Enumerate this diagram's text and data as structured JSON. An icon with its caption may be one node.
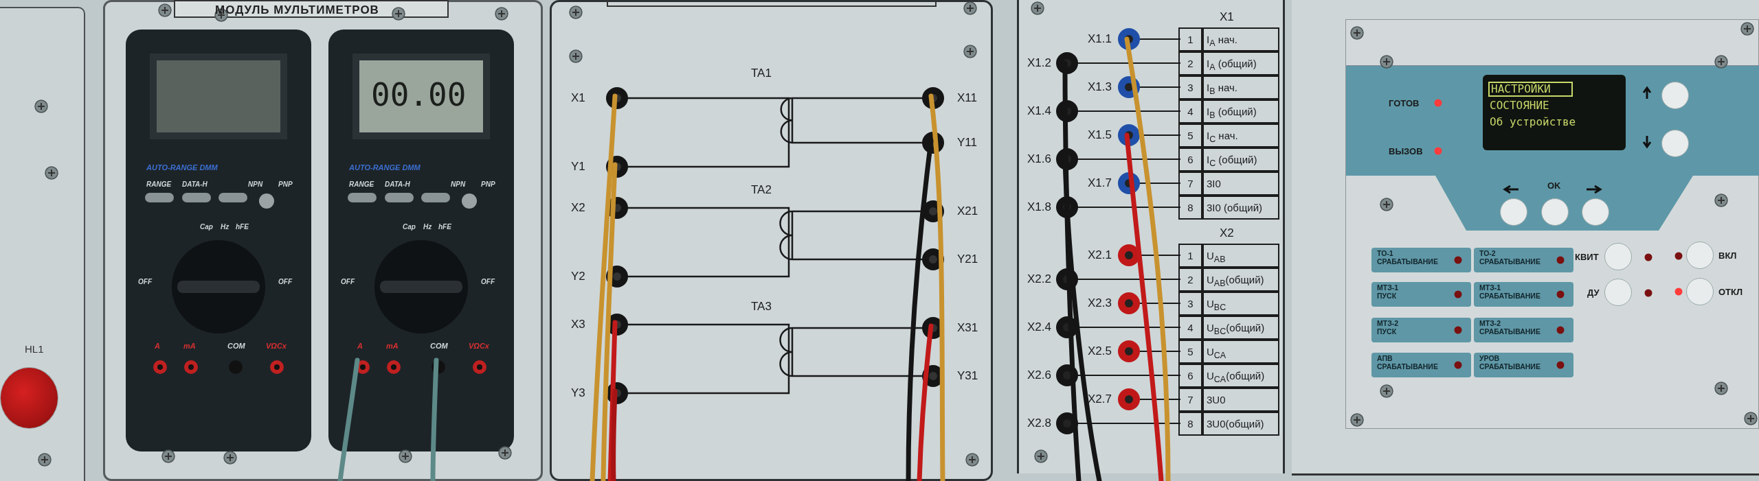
{
  "diagram": {
    "nodes": [
      {
        "text": [
          "МОДУЛЬ МУЛЬТИМЕТРОВ"
        ]
      },
      {
        "text": [
          "AUTO-RANGE DMM",
          "RANGE",
          "DATA-H",
          "NPN",
          "PNP",
          "Cap",
          "Hz",
          "hFE",
          "OFF",
          "OFF",
          "A",
          "mA",
          "COM",
          "VΩCx"
        ],
        "in": 0
      },
      {
        "text": [
          "00.00",
          "AUTO-RANGE DMM",
          "RANGE",
          "DATA-H",
          "NPN",
          "PNP",
          "Cap",
          "Hz",
          "hFE",
          "OFF",
          "OFF",
          "A",
          "mA",
          "COM",
          "VΩCx"
        ],
        "in": 0
      },
      {
        "text": [],
        "shape": "circle",
        "beside": [
          "HL1"
        ]
      },
      {
        "text": [
          "TA1",
          "X1",
          "X11",
          "Y1",
          "Y11",
          "TA2",
          "X2",
          "X21",
          "Y2",
          "Y21",
          "TA3",
          "X3",
          "X31",
          "Y3",
          "Y31"
        ]
      },
      {
        "text": [
          "X1.1",
          "X1.2",
          "X1.3",
          "X1.4",
          "X1.5",
          "X1.6",
          "X1.7",
          "X1.8",
          "X2.1",
          "X2.2",
          "X2.3",
          "X2.4",
          "X2.5",
          "X2.6",
          "X2.7",
          "X2.8"
        ]
      },
      {
        "text": [],
        "shape": "box"
      },
      {
        "text": [
          "ГОТОВ",
          "ВЫЗОВ"
        ],
        "in": 6
      },
      {
        "text": [
          "НАСТРОЙКИ",
          "СОСТОЯНИЕ",
          "Об устройстве"
        ],
        "in": 7
      },
      {
        "text": [],
        "shape": "circle",
        "in": 7
      },
      {
        "text": [],
        "shape": "circle",
        "in": 7
      },
      {
        "text": [],
        "shape": "circle",
        "in": 7
      },
      {
        "text": [],
        "shape": "circle",
        "in": 7,
        "beside": [
          "OK"
        ]
      },
      {
        "text": [],
        "shape": "circle",
        "in": 7
      },
      {
        "text": [
          "ТО-1 СРАБАТЫВАНИЕ"
        ],
        "in": 6
      },
      {
        "text": [
          "ТО-2 СРАБАТЫВАНИЕ"
        ],
        "in": 6
      },
      {
        "text": [
          "МТЗ-1 ПУСК"
        ],
        "in": 6
      },
      {
        "text": [
          "МТЗ-1 СРАБАТЫВАНИЕ"
        ],
        "in": 6
      },
      {
        "text": [
          "МТЗ-2 ПУСК"
        ],
        "in": 6
      },
      {
        "text": [
          "МТЗ-2 СРАБАТЫВАНИЕ"
        ],
        "in": 6
      },
      {
        "text": [
          "АПВ СРАБАТЫВАНИЕ"
        ],
        "in": 6
      },
      {
        "text": [
          "УРОВ СРАБАТЫВАНИЕ"
        ],
        "in": 6
      },
      {
        "text": [],
        "shape": "circle",
        "in": 6,
        "beside": [
          "КВИТ"
        ]
      },
      {
        "text": [],
        "shape": "circle",
        "in": 6,
        "beside": [
          "ВКЛ"
        ]
      },
      {
        "text": [],
        "shape": "circle",
        "in": 6,
        "beside": [
          "ДУ"
        ]
      },
      {
        "text": [],
        "shape": "circle",
        "in": 6,
        "beside": [
          "ОТКЛ"
        ]
      }
    ],
    "labels": [
      "X1",
      "1",
      "I$_{A}$ нач.",
      "2",
      "I$_{A}$ (общий)",
      "3",
      "I$_{B}$ нач.",
      "4",
      "I$_{B}$ (общий)",
      "5",
      "I$_{C}$ нач.",
      "6",
      "I$_{C}$ (общий)",
      "7",
      "3I0",
      "8",
      "3I0 (общий)",
      "X2",
      "1",
      "U$_{AB}$",
      "2",
      "U$_{AB}$(общий)",
      "3",
      "U$_{BC}$",
      "4",
      "U$_{BC}$(общий)",
      "5",
      "U$_{CA}$",
      "6",
      "U$_{CA}$(общий)",
      "7",
      "3U0",
      "8",
      "3U0(общий)"
    ]
  }
}
